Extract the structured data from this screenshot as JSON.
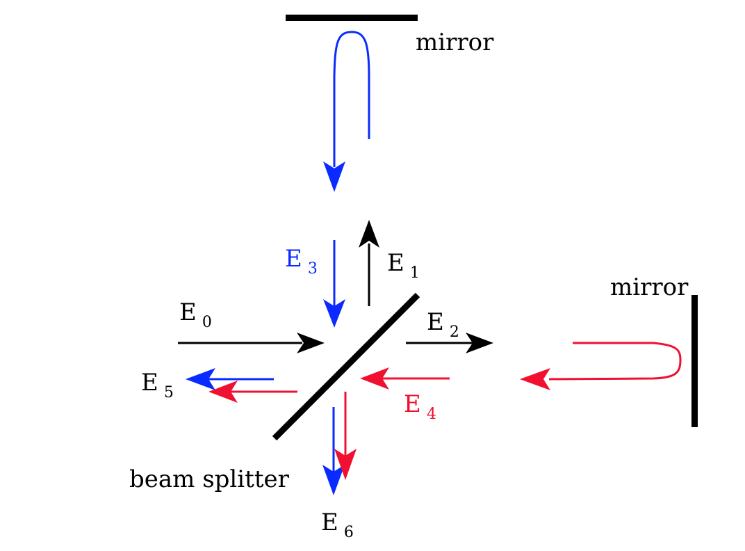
{
  "labels": {
    "mirror_top": "mirror",
    "mirror_right": "mirror",
    "beam_splitter": "beam splitter"
  },
  "fields": {
    "e0": {
      "main": "E",
      "sub": "0"
    },
    "e1": {
      "main": "E",
      "sub": "1"
    },
    "e2": {
      "main": "E",
      "sub": "2"
    },
    "e3": {
      "main": "E",
      "sub": "3"
    },
    "e4": {
      "main": "E",
      "sub": "4"
    },
    "e5": {
      "main": "E",
      "sub": "5"
    },
    "e6": {
      "main": "E",
      "sub": "6"
    }
  },
  "colors": {
    "black": "#000000",
    "blue": "#0a2bff",
    "red": "#f01030"
  }
}
